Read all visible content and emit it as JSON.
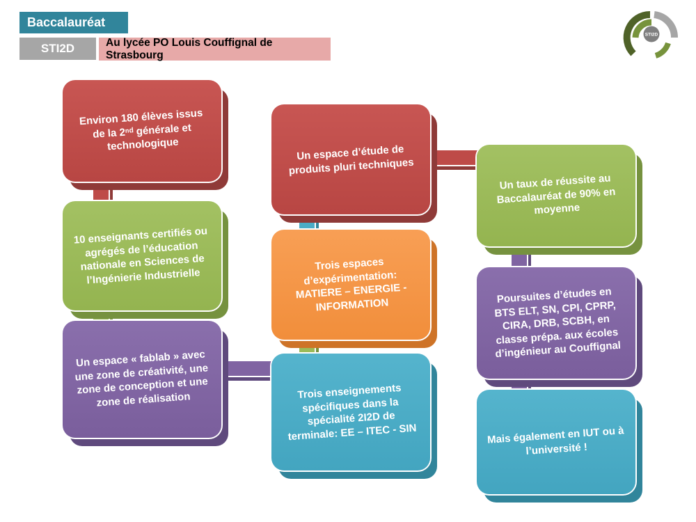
{
  "header": {
    "title_banner": "Baccalauréat",
    "sub_banner": "STI2D",
    "subtitle_banner": "Au lycée PO Louis Couffignal de Strasbourg"
  },
  "logo": {
    "label": "STI2D"
  },
  "cards": {
    "students": "Environ 180 élèves issus de la 2ⁿᵈ générale et technologique",
    "teachers": "10 enseignants certifiés ou agrégés de l’éducation nationale en Sciences de l’Ingénierie Industrielle",
    "fablab": "Un espace « fablab » avec une zone de créativité, une zone de conception et une zone de réalisation",
    "study_space": "Un espace d’étude de produits pluri techniques",
    "experiment_spaces": "Trois espaces d’expérimentation: MATIERE – ENERGIE - INFORMATION",
    "specialties": "Trois enseignements spécifiques dans la spécialité 2I2D de terminale: EE – ITEC - SIN",
    "success_rate": "Un taux de réussite au Baccalauréat de 90% en moyenne",
    "further_studies": "Poursuites d’études en BTS ELT, SN, CPI, CPRP, CIRA, DRB, SCBH, en classe prépa. aux écoles d’ingénieur au Couffignal",
    "university": "Mais également en IUT ou à l’université !"
  },
  "colors": {
    "red": "#BE4B48",
    "red_dark": "#8F3A38",
    "green": "#9BBB59",
    "green_dark": "#76923F",
    "purple": "#8064A2",
    "purple_dark": "#5F4A7D",
    "orange": "#F79646",
    "orange_dark": "#CE7327",
    "teal": "#4BACC6",
    "teal_dark": "#31859B",
    "header_teal": "#31859B",
    "header_gray": "#A6A6A6",
    "header_pink": "#E7A9A8"
  }
}
